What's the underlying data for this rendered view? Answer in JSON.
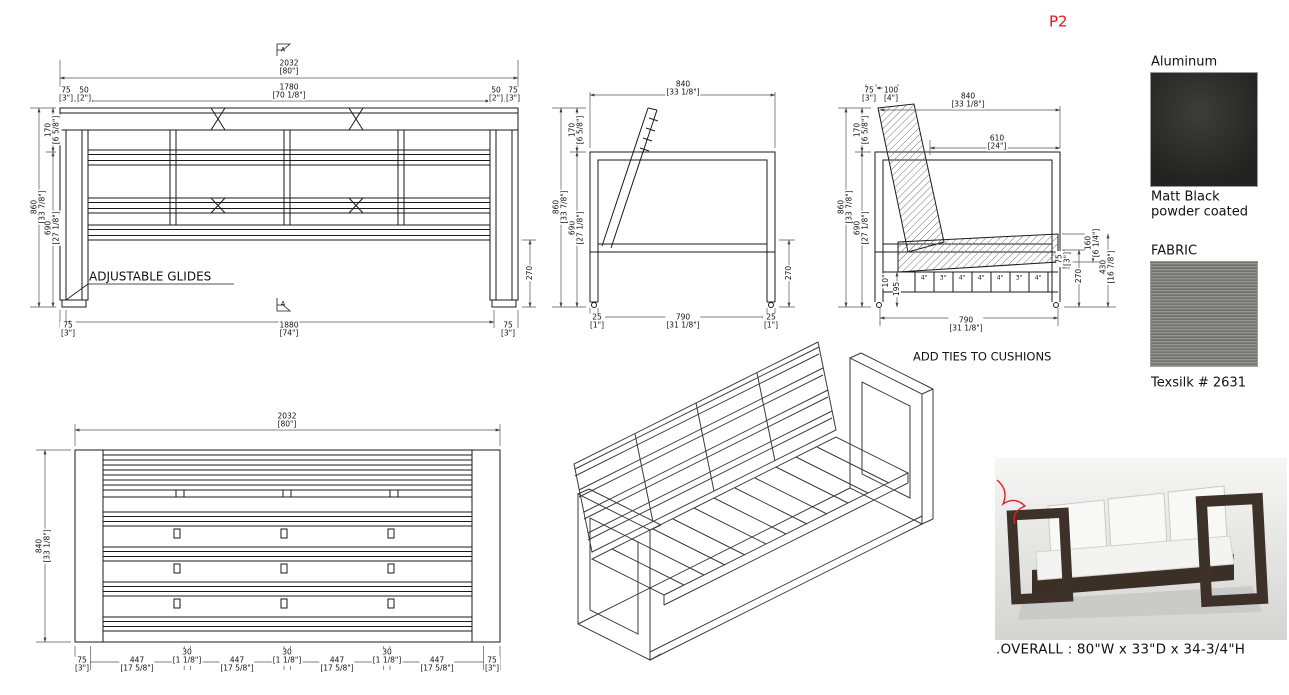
{
  "page": {
    "code": "P2",
    "overall": ".OVERALL : 80\"W x 33\"D x 34-3/4\"H"
  },
  "materials": {
    "aluminum_label": "Aluminum",
    "finish_line1": "Matt Black",
    "finish_line2": "powder coated",
    "fabric_label": "FABRIC",
    "fabric_name": "Texsilk # 2631",
    "aluminum_color": "#232321",
    "fabric_color": "#8f8f89"
  },
  "front": {
    "note": "ADJUSTABLE GLIDES",
    "section_marker": "A",
    "dims": [
      {
        "mm": "2032",
        "in": "[80\"]"
      },
      {
        "mm": "1780",
        "in": "[70 1/8\"]"
      },
      {
        "mm": "75",
        "in": "[3\"]"
      },
      {
        "mm": "50",
        "in": "[2\"]"
      },
      {
        "mm": "50",
        "in": "[2\"]"
      },
      {
        "mm": "75",
        "in": "[3\"]"
      },
      {
        "mm": "860",
        "in": "[33 7/8\"]"
      },
      {
        "mm": "170",
        "in": "[6 5/8\"]"
      },
      {
        "mm": "690",
        "in": "[27 1/8\"]"
      },
      {
        "mm": "270",
        "in": ""
      },
      {
        "mm": "1880",
        "in": "[74\"]"
      },
      {
        "mm": "75",
        "in": "[3\"]"
      },
      {
        "mm": "75",
        "in": "[3\"]"
      }
    ]
  },
  "side": {
    "dims": [
      {
        "mm": "840",
        "in": "[33 1/8\"]"
      },
      {
        "mm": "170",
        "in": "[6 5/8\"]"
      },
      {
        "mm": "690",
        "in": "[27 1/8\"]"
      },
      {
        "mm": "860",
        "in": "[33 7/8\"]"
      },
      {
        "mm": "270",
        "in": ""
      },
      {
        "mm": "25",
        "in": "[1\"]"
      },
      {
        "mm": "790",
        "in": "[31 1/8\"]"
      },
      {
        "mm": "25",
        "in": "[1\"]"
      }
    ]
  },
  "section": {
    "note": "ADD TIES TO CUSHIONS",
    "seat_ticks": [
      "4\"",
      "3\"",
      "4\"",
      "4\"",
      "4\"",
      "3\"",
      "4\""
    ],
    "dims": [
      {
        "mm": "75",
        "in": "[3\"]"
      },
      {
        "mm": "100",
        "in": "[4\"]"
      },
      {
        "mm": "840",
        "in": "[33 1/8\"]"
      },
      {
        "mm": "610",
        "in": "[24\"]"
      },
      {
        "mm": "170",
        "in": "[6 5/8\"]"
      },
      {
        "mm": "860",
        "in": "[33 7/8\"]"
      },
      {
        "mm": "690",
        "in": "[27 1/8\"]"
      },
      {
        "mm": "160",
        "in": "[6 1/4\"]"
      },
      {
        "mm": "430",
        "in": "[16 7/8\"]"
      },
      {
        "mm": "270",
        "in": ""
      },
      {
        "mm": "75",
        "in": "[3\"]"
      },
      {
        "mm": "195",
        "in": ""
      },
      {
        "mm": "790",
        "in": "[31 1/8\"]"
      },
      {
        "mm": "10\"",
        "in": ""
      }
    ]
  },
  "plan": {
    "dims": [
      {
        "mm": "2032",
        "in": "[80\"]"
      },
      {
        "mm": "840",
        "in": "[33 1/8\"]"
      },
      {
        "mm": "75",
        "in": "[3\"]"
      },
      {
        "mm": "447",
        "in": "[17 5/8\"]"
      },
      {
        "mm": "30",
        "in": "[1 1/8\"]"
      },
      {
        "mm": "447",
        "in": "[17 5/8\"]"
      },
      {
        "mm": "30",
        "in": "[1 1/8\"]"
      },
      {
        "mm": "447",
        "in": "[17 5/8\"]"
      },
      {
        "mm": "30",
        "in": "[1 1/8\"]"
      },
      {
        "mm": "447",
        "in": "[17 5/8\"]"
      },
      {
        "mm": "75",
        "in": "[3\"]"
      }
    ]
  }
}
